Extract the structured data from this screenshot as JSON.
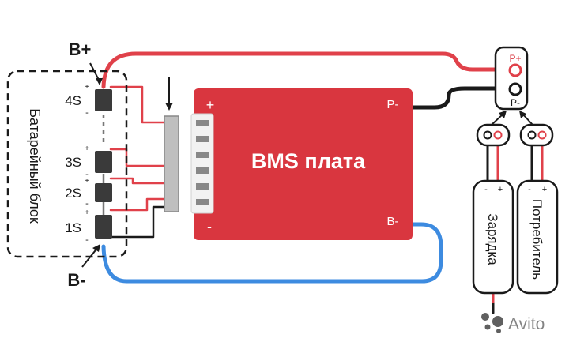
{
  "terminals": {
    "b_plus": "B+",
    "b_minus": "B-"
  },
  "battery": {
    "label": "Батарейный блок",
    "cells": [
      "4S",
      "3S",
      "2S",
      "1S"
    ],
    "plus_sign": "+",
    "minus_sign": "-"
  },
  "bms": {
    "title": "BMS плата",
    "plus": "+",
    "minus": "-",
    "p_minus": "P-",
    "b_minus": "B-"
  },
  "connector": {
    "p_plus": "P+",
    "p_minus": "P-"
  },
  "charger": {
    "label": "Зарядка",
    "plus": "+",
    "minus": "-"
  },
  "consumer": {
    "label": "Потребитель",
    "plus": "+",
    "minus": "-"
  },
  "watermark": {
    "text": "Avito"
  },
  "colors": {
    "bms_red": "#d9363f",
    "wire_red": "#e0414a",
    "wire_black": "#1a1a1a",
    "wire_blue": "#3d8be0",
    "cell_dark": "#3a3a3a"
  }
}
